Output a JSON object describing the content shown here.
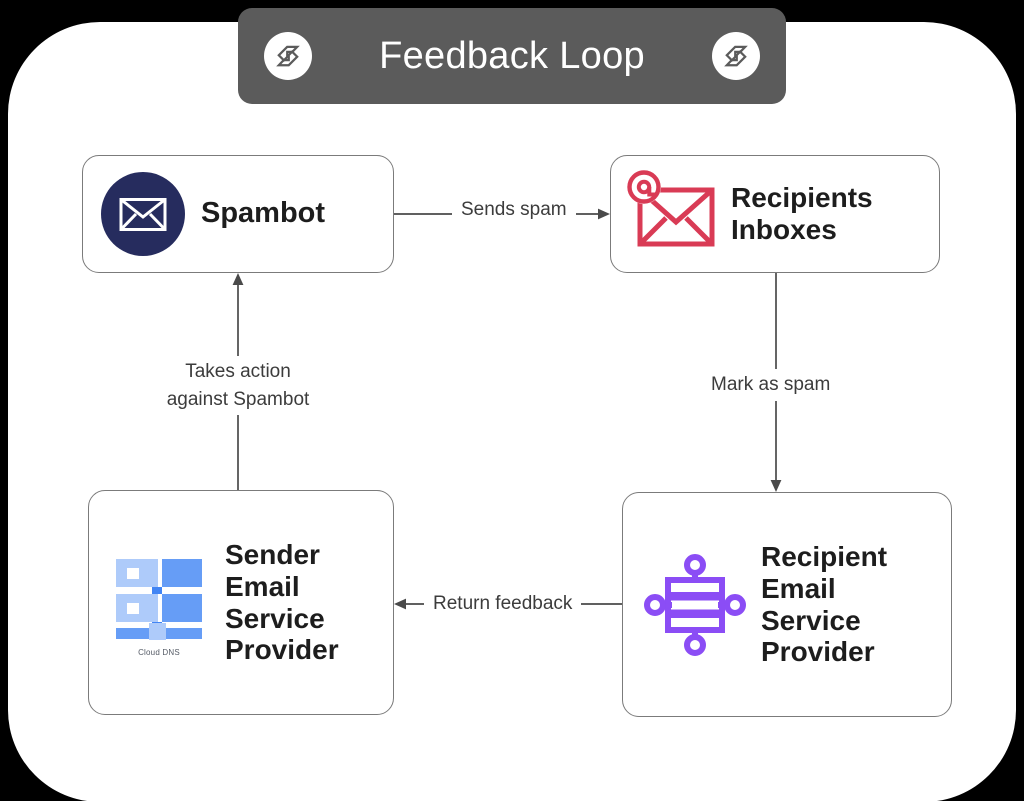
{
  "title_bar": {
    "title": "Feedback Loop",
    "left_logo": "interlocking-squares-logo-icon",
    "right_logo": "interlocking-squares-logo-icon",
    "background_color": "#5b5b5b",
    "text_color": "#ffffff"
  },
  "panel": {
    "background_color": "#ffffff",
    "page_background_color": "#000000"
  },
  "nodes": [
    {
      "id": "spambot",
      "label": "Spambot",
      "icon": "envelope-circle-icon",
      "icon_colors": {
        "circle": "#262C5E",
        "glyph": "#ffffff"
      }
    },
    {
      "id": "recipients-inboxes",
      "label_line1": "Recipients",
      "label_line2": "Inboxes",
      "icon": "at-envelope-icon",
      "icon_colors": {
        "stroke": "#D93B55"
      }
    },
    {
      "id": "sender-email-service-provider",
      "label_line1": "Sender",
      "label_line2": "Email",
      "label_line3": "Service",
      "label_line4": "Provider",
      "icon": "cloud-dns-server-icon",
      "icon_caption": "Cloud DNS",
      "icon_colors": {
        "light": "#AECBFA",
        "dark": "#669DF6",
        "accent": "#4285F4"
      }
    },
    {
      "id": "recipient-email-service-provider",
      "label_line1": "Recipient",
      "label_line2": "Email",
      "label_line3": "Service",
      "label_line4": "Provider",
      "icon": "purple-server-stack-icon",
      "icon_colors": {
        "stroke": "#8B4DF5"
      }
    }
  ],
  "edges": [
    {
      "id": "sends-spam",
      "label": "Sends spam",
      "from": "spambot",
      "to": "recipients-inboxes",
      "direction": "right"
    },
    {
      "id": "mark-as-spam",
      "label": "Mark as spam",
      "from": "recipients-inboxes",
      "to": "recipient-email-service-provider",
      "direction": "down"
    },
    {
      "id": "return-feedback",
      "label": "Return feedback",
      "from": "recipient-email-service-provider",
      "to": "sender-email-service-provider",
      "direction": "left"
    },
    {
      "id": "takes-action",
      "label_line1": "Takes action",
      "label_line2": "against Spambot",
      "from": "sender-email-service-provider",
      "to": "spambot",
      "direction": "up"
    }
  ],
  "edge_style": {
    "stroke_color": "#4a4a4a",
    "label_color": "#3c3c3c"
  }
}
